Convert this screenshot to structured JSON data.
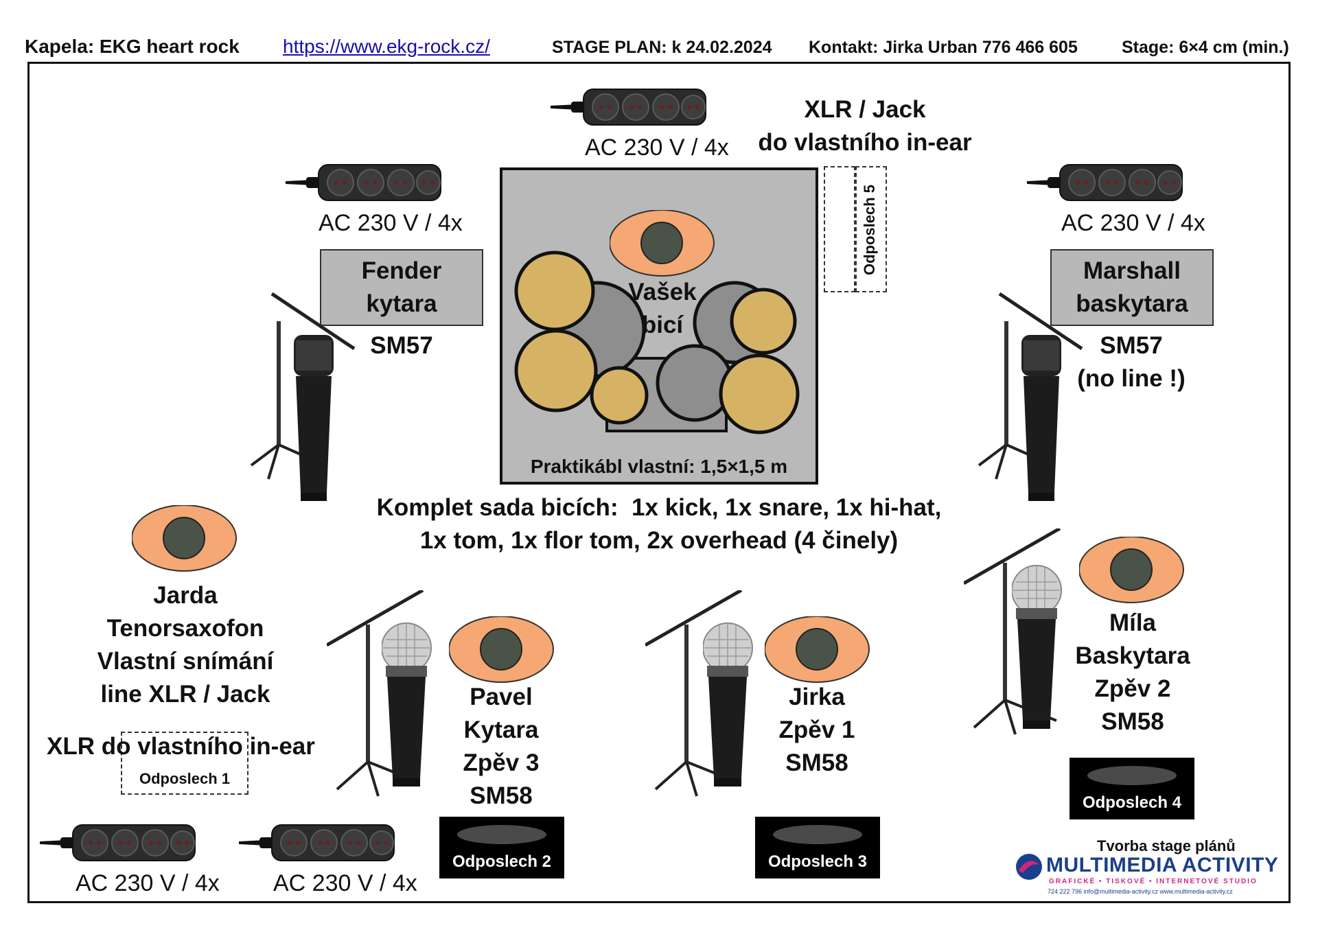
{
  "header": {
    "band": "Kapela: EKG heart rock",
    "url": "https://www.ekg-rock.cz/",
    "stage_plan": "STAGE PLAN: k 24.02.2024",
    "contact": "Kontakt: Jirka Urban 776 466 605",
    "stage_size": "Stage: 6×4 cm (min.)"
  },
  "power_label": "AC 230 V / 4x",
  "inear_top": {
    "line1": "XLR / Jack",
    "line2": "do vlastního in-ear"
  },
  "monitors": {
    "m1": "Odposlech 1",
    "m2": "Odposlech 2",
    "m3": "Odposlech 3",
    "m4": "Odposlech 4",
    "m5": "Odposlech 5"
  },
  "amps": {
    "fender": {
      "line1": "Fender",
      "line2": "kytara"
    },
    "marshall": {
      "line1": "Marshall",
      "line2": "baskytara"
    }
  },
  "amp_mics": {
    "left": "SM57",
    "right_line1": "SM57",
    "right_line2": "(no line !)"
  },
  "drums": {
    "name": "Vašek",
    "role": "bicí",
    "riser": "Praktikábl vlastní: 1,5×1,5 m",
    "kit_line1": "Komplet sada bicích:  1x kick, 1x snare, 1x hi-hat,",
    "kit_line2": "1x tom, 1x flor tom, 2x overhead (4 činely)"
  },
  "players": {
    "jarda": [
      "Jarda",
      "Tenorsaxofon",
      "Vlastní snímání",
      "line XLR / Jack"
    ],
    "jarda_inear": "XLR do vlastního in-ear",
    "pavel": [
      "Pavel",
      "Kytara",
      "Zpěv 3",
      "SM58"
    ],
    "jirka": [
      "Jirka",
      "Zpěv 1",
      "SM58"
    ],
    "mila": [
      "Míla",
      "Baskytara",
      "Zpěv 2",
      "SM58"
    ]
  },
  "credit": {
    "title": "Tvorba stage plánů",
    "brand": "MULTIMEDIA ACTIVITY",
    "tagline": "GRAFICKÉ • TISKOVÉ • INTERNETOVÉ STUDIO",
    "contacts": "724 222 796  info@multimedia-activity.cz  www.multimedia-activity.cz"
  },
  "colors": {
    "cymbal": "#d6b264",
    "drum": "#8e8e8e",
    "riser": "#b9b9b9",
    "head_body": "#f5a873",
    "head_core": "#4a5348",
    "brand_blue": "#1b3f8c",
    "brand_pink": "#d6237a"
  }
}
